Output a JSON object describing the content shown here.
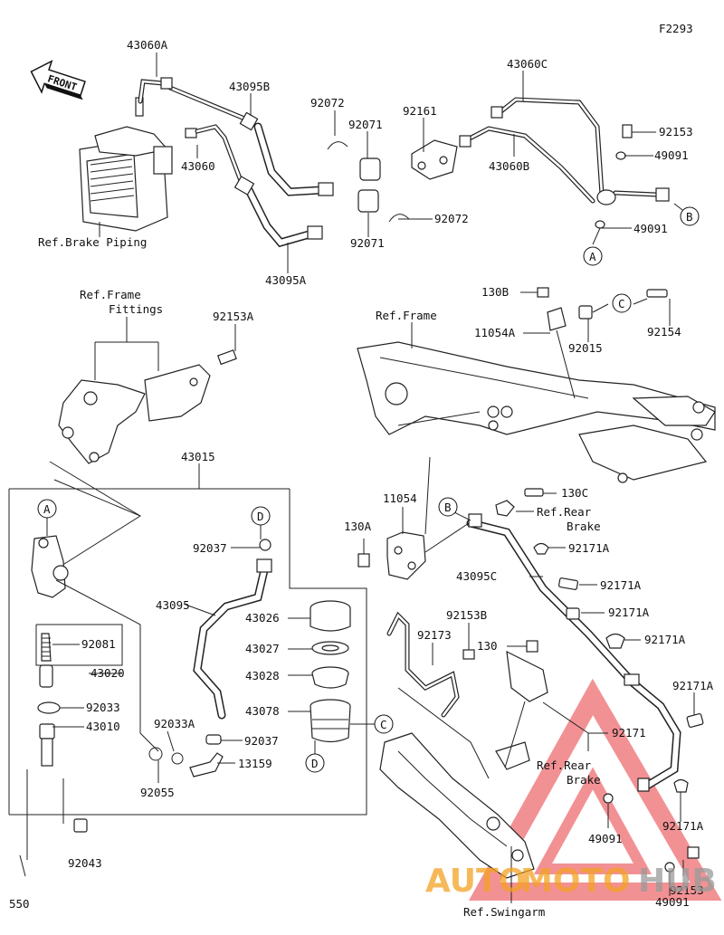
{
  "diagram_code": "F2293",
  "front_label": "FRONT",
  "labels": {
    "p43060A": "43060A",
    "p43095B": "43095B",
    "p92072a": "92072",
    "p92071a": "92071",
    "p92161": "92161",
    "p43060C": "43060C",
    "p92153a": "92153",
    "p49091a": "49091",
    "p43060": "43060",
    "p43060B": "43060B",
    "p92072b": "92072",
    "p92071b": "92071",
    "p49091b": "49091",
    "refBrakePiping": "Ref.Brake Piping",
    "p43095A": "43095A",
    "refFrameFittings1": "Ref.Frame",
    "refFrameFittings2": "Fittings",
    "p92153A": "92153A",
    "p130B": "130B",
    "refFrame": "Ref.Frame",
    "p11054A": "11054A",
    "p92015": "92015",
    "p92154": "92154",
    "p43015": "43015",
    "p11054": "11054",
    "p130C": "130C",
    "p130A": "130A",
    "refRearBrake1a": "Ref.Rear",
    "refRearBrake1b": "Brake",
    "p92171A1": "92171A",
    "p92037a": "92037",
    "p43095C": "43095C",
    "p92171A2": "92171A",
    "p43095": "43095",
    "p43026": "43026",
    "p92171A3": "92171A",
    "p92081": "92081",
    "p92153B": "92153B",
    "p92173": "92173",
    "p43027": "43027",
    "p130": "130",
    "p92171A4": "92171A",
    "p43020": "43020",
    "p43028": "43028",
    "p92171A5": "92171A",
    "p92033": "92033",
    "p43078": "43078",
    "p43010": "43010",
    "p92033A": "92033A",
    "p92171": "92171",
    "p92037b": "92037",
    "p13159": "13159",
    "refRearBrake2a": "Ref.Rear",
    "refRearBrake2b": "Brake",
    "p92055": "92055",
    "p49091c": "49091",
    "p92171A6": "92171A",
    "p92043": "92043",
    "p92153c": "92153",
    "p550": "550",
    "refSwingarm": "Ref.Swingarm",
    "p49091d": "49091"
  },
  "callouts": {
    "A1": "A",
    "A2": "A",
    "B1": "B",
    "B2": "B",
    "C1": "C",
    "C2": "C",
    "D1": "D",
    "D2": "D"
  },
  "watermark": {
    "part1": "AUTO",
    "part2": "MOTO",
    "part3": "HUB",
    "color1": "#f4a224",
    "color2": "#9a9a9a",
    "triangle_color": "#e8383d"
  }
}
